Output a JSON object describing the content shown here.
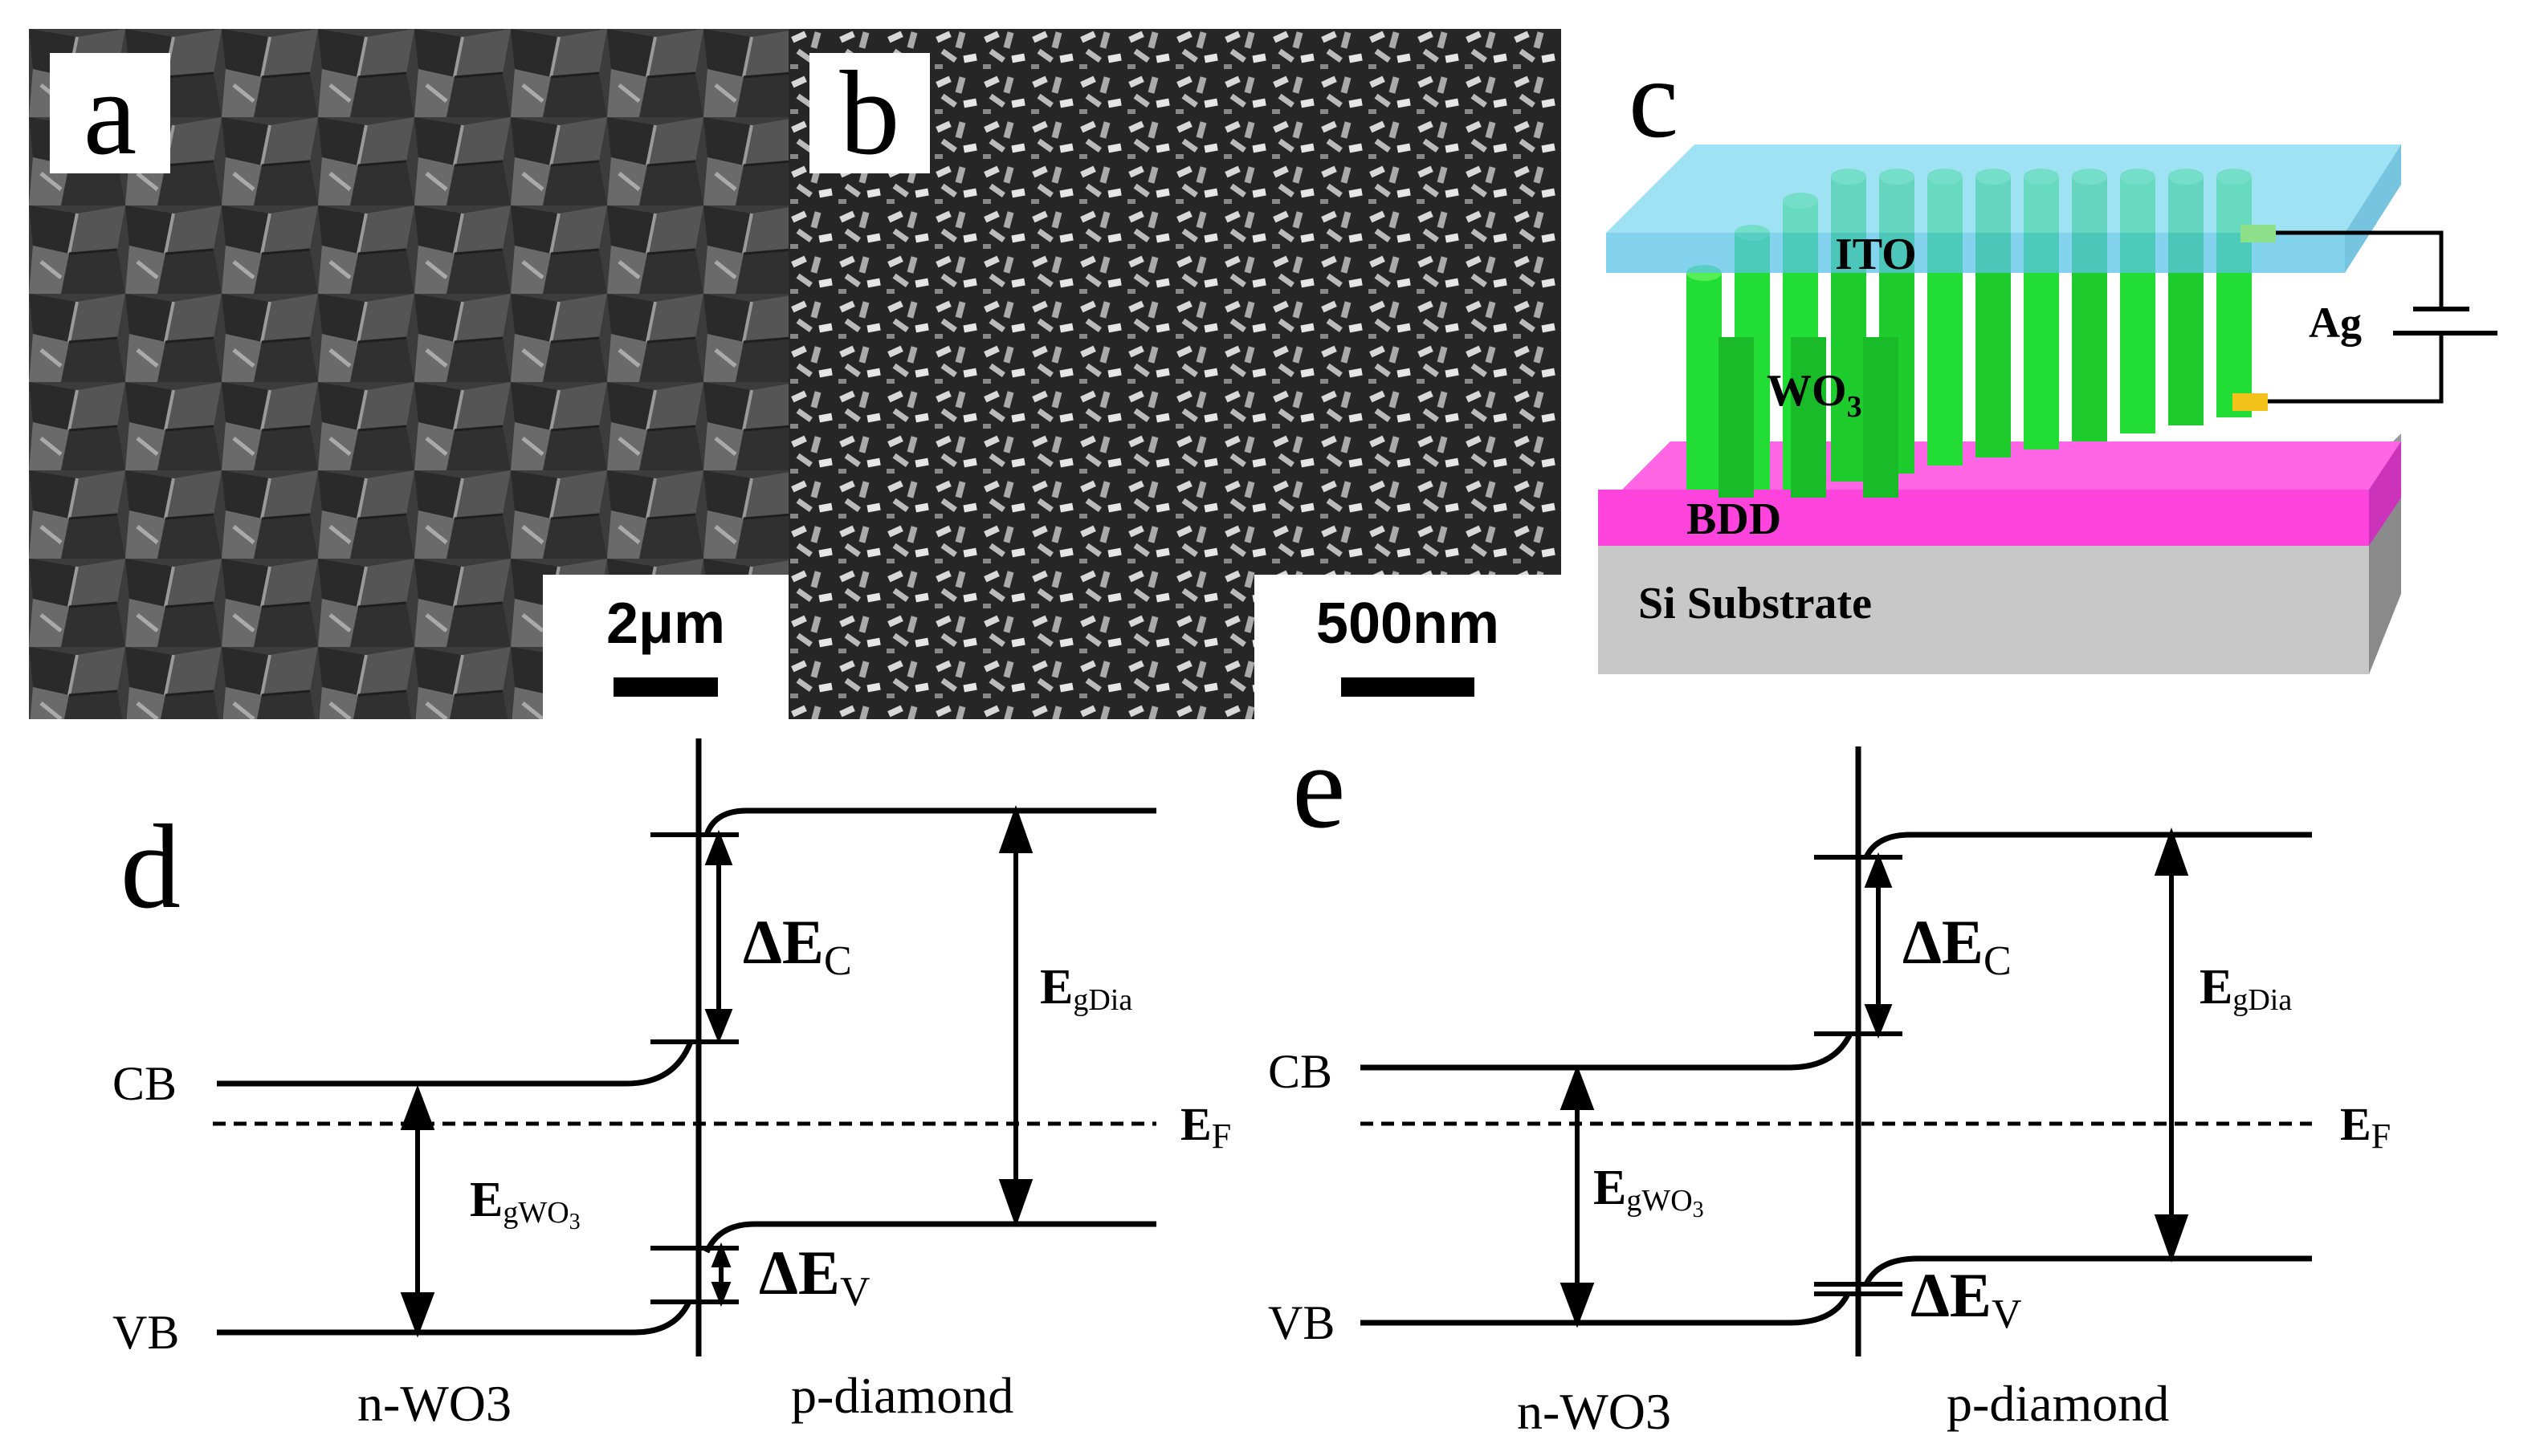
{
  "panel_a": {
    "label": "a",
    "scale_text": "2μm"
  },
  "panel_b": {
    "label": "b",
    "scale_text": "500nm"
  },
  "panel_c": {
    "label": "c",
    "layers": {
      "top": "ITO",
      "rods": "WO",
      "rods_sub": "3",
      "middle": "BDD",
      "substrate": "Si Substrate",
      "contact": "Ag"
    },
    "colors": {
      "ito": "#7fd8f0",
      "rods": "#22dd33",
      "bdd": "#ff44dd",
      "substrate": "#c8c8c8",
      "ag_contact": "#f2c21a",
      "ito_contact": "#8fe08a"
    }
  },
  "panel_d": {
    "label": "d",
    "cb": "CB",
    "vb": "VB",
    "ef": "E",
    "ef_sub": "F",
    "dec": "ΔE",
    "dec_sub": "C",
    "dev": "ΔE",
    "dev_sub": "V",
    "eg_dia": "E",
    "eg_dia_sub": "gDia",
    "eg_wo3": "E",
    "eg_wo3_sub": "gWO",
    "eg_wo3_sub2": "3",
    "left_material": "n-WO3",
    "right_material": "p-diamond"
  },
  "panel_e": {
    "label": "e",
    "cb": "CB",
    "vb": "VB",
    "ef": "E",
    "ef_sub": "F",
    "dec": "ΔE",
    "dec_sub": "C",
    "dev": "ΔE",
    "dev_sub": "V",
    "eg_dia": "E",
    "eg_dia_sub": "gDia",
    "eg_wo3": "E",
    "eg_wo3_sub": "gWO",
    "eg_wo3_sub2": "3",
    "left_material": "n-WO3",
    "right_material": "p-diamond"
  }
}
